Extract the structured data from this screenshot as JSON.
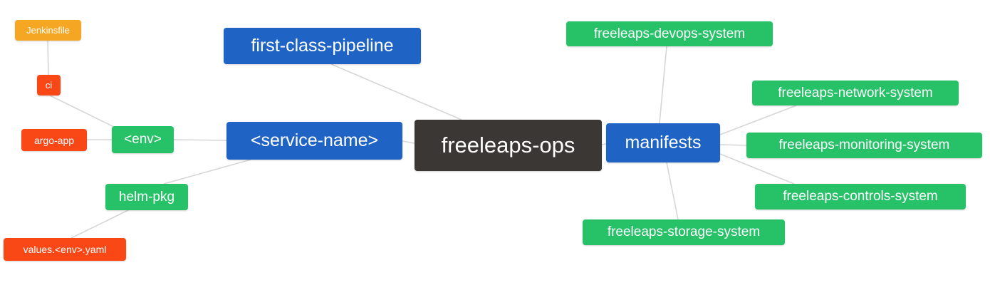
{
  "diagram": {
    "palette": {
      "blue": "#1f64c5",
      "green": "#27c168",
      "orange_red": "#f94716",
      "amber": "#f5a623",
      "dark": "#3b3734",
      "edge_gray": "#d6d6d6",
      "text": "#ffffff"
    },
    "nodes": {
      "jenkinsfile": {
        "label": "Jenkinsfile",
        "color": "#f5a623"
      },
      "ci": {
        "label": "ci",
        "color": "#f94716"
      },
      "argo_app": {
        "label": "argo-app",
        "color": "#f94716"
      },
      "env": {
        "label": "<env>",
        "color": "#27c168"
      },
      "helm_pkg": {
        "label": "helm-pkg",
        "color": "#27c168"
      },
      "values_env_yaml": {
        "label": "values.<env>.yaml",
        "color": "#f94716"
      },
      "service_name": {
        "label": "<service-name>",
        "color": "#1f64c5"
      },
      "first_class_pipeline": {
        "label": "first-class-pipeline",
        "color": "#1f64c5"
      },
      "freeleaps_ops": {
        "label": "freeleaps-ops",
        "color": "#3b3734"
      },
      "manifests": {
        "label": "manifests",
        "color": "#1f64c5"
      },
      "devops_system": {
        "label": "freeleaps-devops-system",
        "color": "#27c168"
      },
      "network_system": {
        "label": "freeleaps-network-system",
        "color": "#27c168"
      },
      "monitoring_system": {
        "label": "freeleaps-monitoring-system",
        "color": "#27c168"
      },
      "controls_system": {
        "label": "freeleaps-controls-system",
        "color": "#27c168"
      },
      "storage_system": {
        "label": "freeleaps-storage-system",
        "color": "#27c168"
      }
    },
    "edges": [
      {
        "from": "Jenkinsfile",
        "to": "ci"
      },
      {
        "from": "ci",
        "to": "<env>"
      },
      {
        "from": "argo-app",
        "to": "<env>"
      },
      {
        "from": "<env>",
        "to": "<service-name>"
      },
      {
        "from": "helm-pkg",
        "to": "<service-name>"
      },
      {
        "from": "values.<env>.yaml",
        "to": "helm-pkg"
      },
      {
        "from": "first-class-pipeline",
        "to": "freeleaps-ops"
      },
      {
        "from": "<service-name>",
        "to": "freeleaps-ops"
      },
      {
        "from": "freeleaps-ops",
        "to": "manifests"
      },
      {
        "from": "manifests",
        "to": "freeleaps-devops-system"
      },
      {
        "from": "manifests",
        "to": "freeleaps-network-system"
      },
      {
        "from": "manifests",
        "to": "freeleaps-monitoring-system"
      },
      {
        "from": "manifests",
        "to": "freeleaps-controls-system"
      },
      {
        "from": "manifests",
        "to": "freeleaps-storage-system"
      }
    ]
  }
}
